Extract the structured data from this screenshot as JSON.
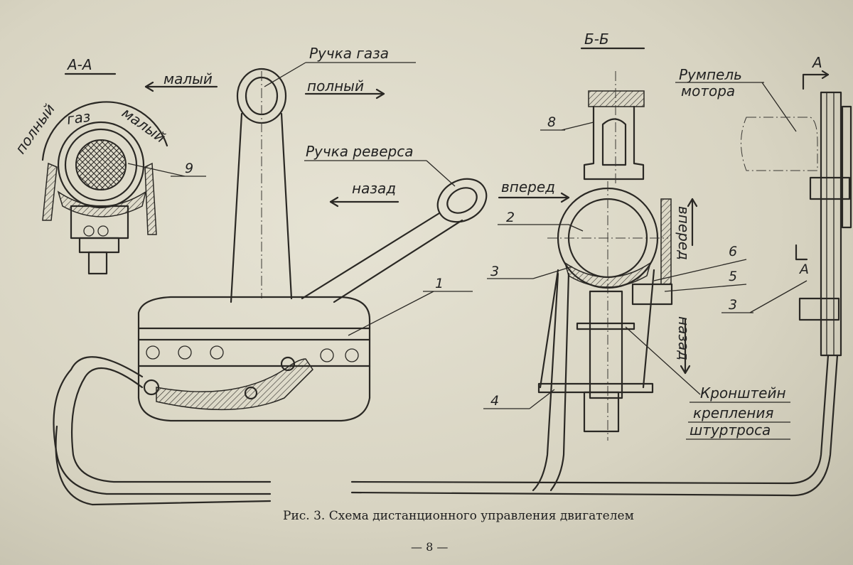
{
  "section_aa": {
    "title": "А-А",
    "arc_label_left": "полный",
    "arc_label_mid": "газ",
    "arc_label_right": "малый",
    "part_9": "9"
  },
  "throttle": {
    "dir_low": "малый",
    "dir_full": "полный",
    "handle_label": "Ручка газа"
  },
  "reverse": {
    "handle_label": "Ручка реверса",
    "dir_back": "назад",
    "dir_forward": "вперед"
  },
  "parts": {
    "p1": "1",
    "p2": "2",
    "p3": "3",
    "p3b": "3",
    "p4": "4",
    "p5": "5",
    "p6": "6",
    "p8": "8"
  },
  "section_bb": {
    "title": "Б-Б",
    "dir_forward": "вперед",
    "dir_back": "назад"
  },
  "bracket": {
    "line1": "Кронштейн",
    "line2": "крепления",
    "line3": "штуртроса"
  },
  "tiller": {
    "line1": "Румпель",
    "line2": "мотора",
    "section_mark": "А",
    "section_mark_lower": "А"
  },
  "caption": "Рис. 3. Схема дистанционного управления двигателем",
  "page_number": "— 8 —"
}
